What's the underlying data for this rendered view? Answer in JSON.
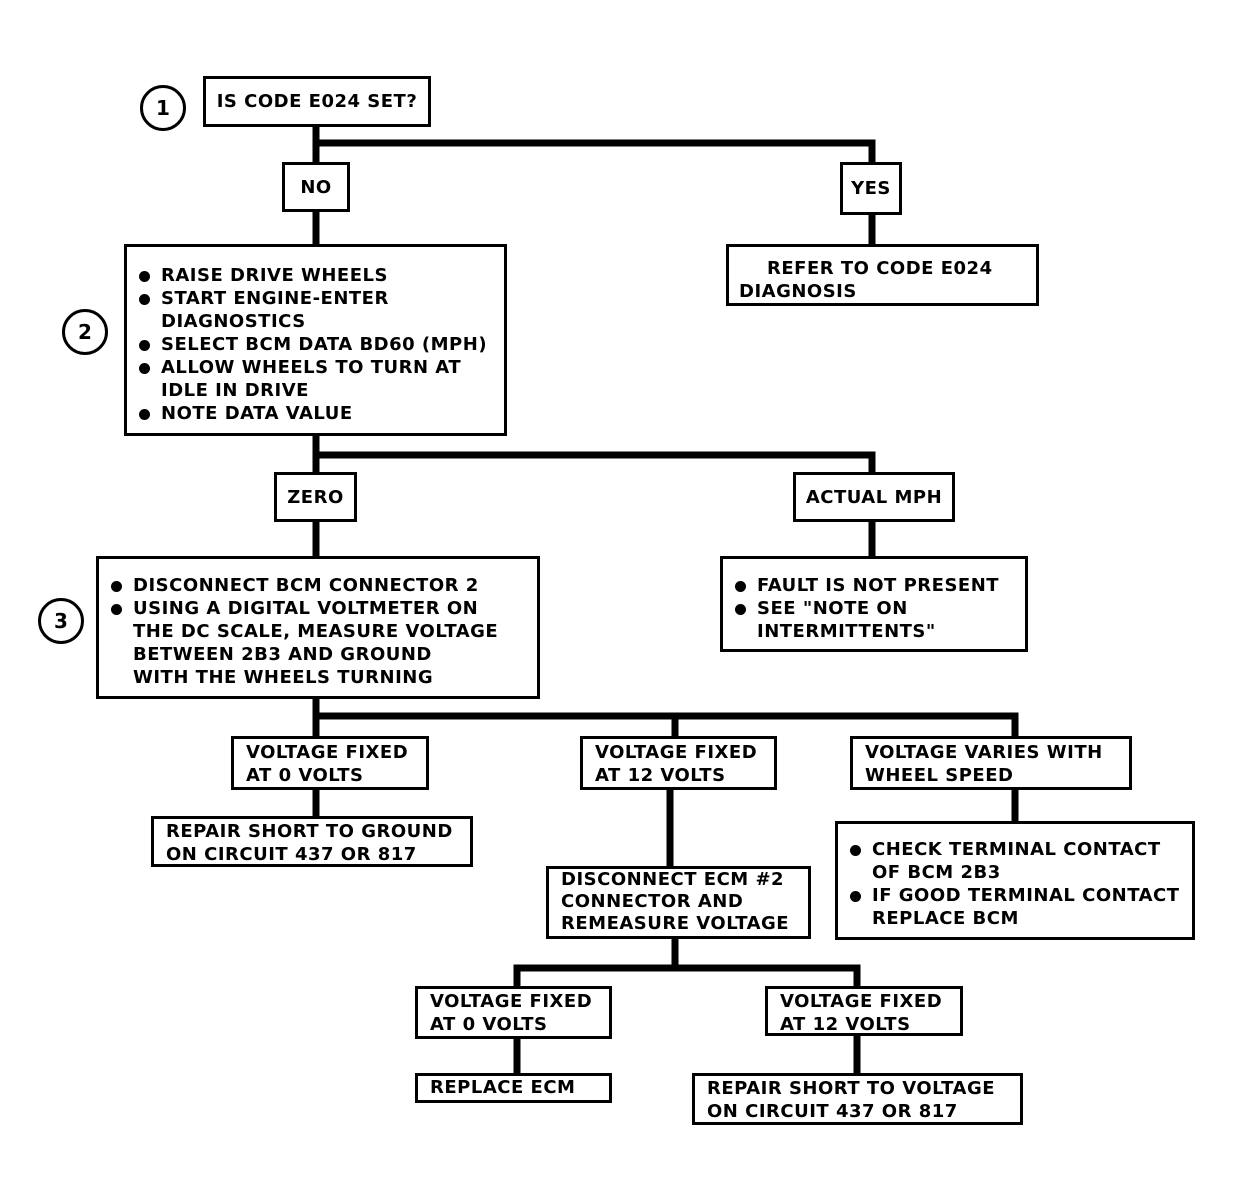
{
  "steps": [
    "1",
    "2",
    "3"
  ],
  "q1": "IS CODE E024 SET?",
  "no": "NO",
  "yes": "YES",
  "refer": "REFER TO CODE E024\nDIAGNOSIS",
  "step2_items": [
    "RAISE DRIVE WHEELS",
    "START ENGINE-ENTER\nDIAGNOSTICS",
    "SELECT BCM DATA BD60 (MPH)",
    "ALLOW WHEELS TO TURN AT\nIDLE IN DRIVE",
    "NOTE DATA VALUE"
  ],
  "zero": "ZERO",
  "actual_mph": "ACTUAL MPH",
  "step3_items": [
    "DISCONNECT BCM CONNECTOR 2",
    "USING A DIGITAL VOLTMETER ON\nTHE DC SCALE, MEASURE VOLTAGE\nBETWEEN 2B3 AND GROUND\nWITH THE WHEELS TURNING"
  ],
  "fault_items": [
    "FAULT IS NOT PRESENT",
    "SEE \"NOTE ON\nINTERMITTENTS\""
  ],
  "v0": "VOLTAGE FIXED\nAT 0 VOLTS",
  "v12": "VOLTAGE FIXED\nAT 12 VOLTS",
  "vvaries": "VOLTAGE VARIES WITH\nWHEEL SPEED",
  "repair_ground": "REPAIR SHORT TO GROUND\nON CIRCUIT 437 OR 817",
  "disconnect_ecm": "DISCONNECT ECM #2\nCONNECTOR AND\nREMEASURE VOLTAGE",
  "check_items": [
    "CHECK TERMINAL CONTACT\nOF BCM 2B3",
    "IF GOOD TERMINAL CONTACT\nREPLACE BCM"
  ],
  "v0b": "VOLTAGE FIXED\nAT 0 VOLTS",
  "v12b": "VOLTAGE FIXED\nAT 12 VOLTS",
  "replace_ecm": "REPLACE ECM",
  "repair_voltage": "REPAIR SHORT TO VOLTAGE\nON CIRCUIT 437 OR 817"
}
